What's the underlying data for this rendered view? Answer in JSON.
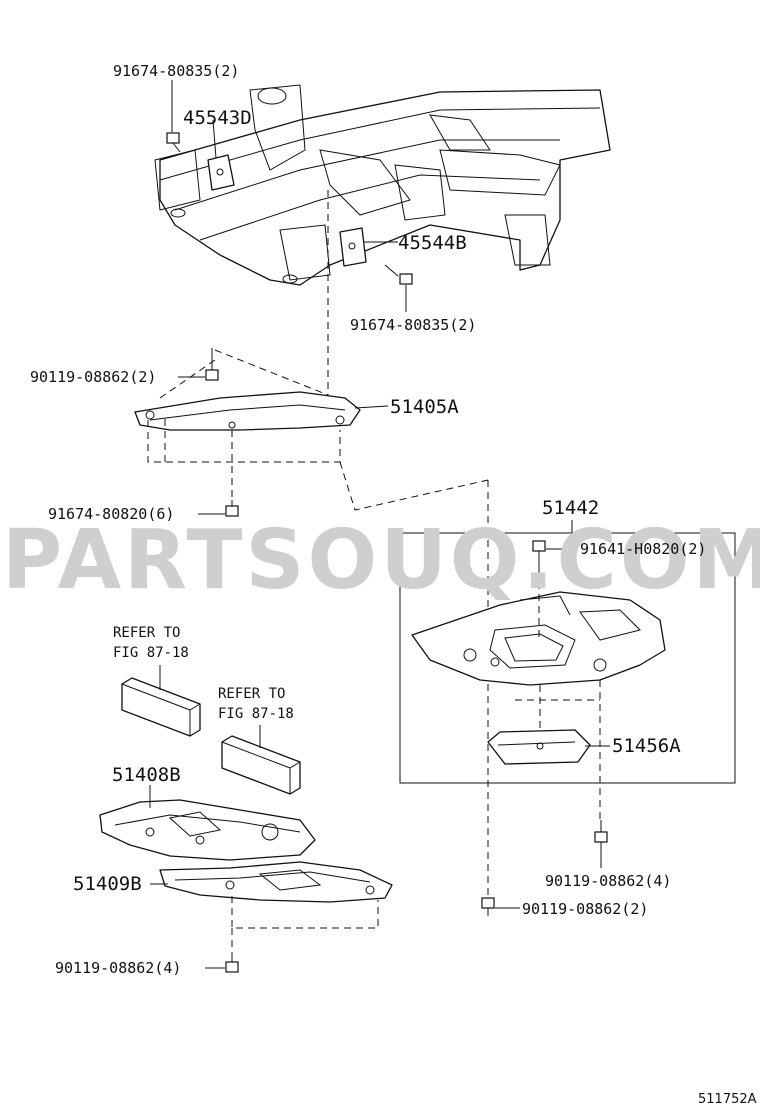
{
  "watermark": "PARTSOUQ.COM",
  "diagram_code": "511752A",
  "labels": {
    "bolt_91674_80835_top": "91674-80835(2)",
    "part_45543D": "45543D",
    "part_45544B": "45544B",
    "bolt_91674_80835_mid": "91674-80835(2)",
    "bolt_90119_08862_left": "90119-08862(2)",
    "part_51405A": "51405A",
    "bolt_91674_80820": "91674-80820(6)",
    "part_51442": "51442",
    "bolt_91641_H0820": "91641-H0820(2)",
    "part_51456A": "51456A",
    "refer_1_line1": "REFER TO",
    "refer_1_line2": "FIG 87-18",
    "refer_2_line1": "REFER TO",
    "refer_2_line2": "FIG 87-18",
    "part_51408B": "51408B",
    "part_51409B": "51409B",
    "bolt_90119_08862_right4": "90119-08862(4)",
    "bolt_90119_08862_right2": "90119-08862(2)",
    "bolt_90119_08862_bottom": "90119-08862(4)"
  }
}
